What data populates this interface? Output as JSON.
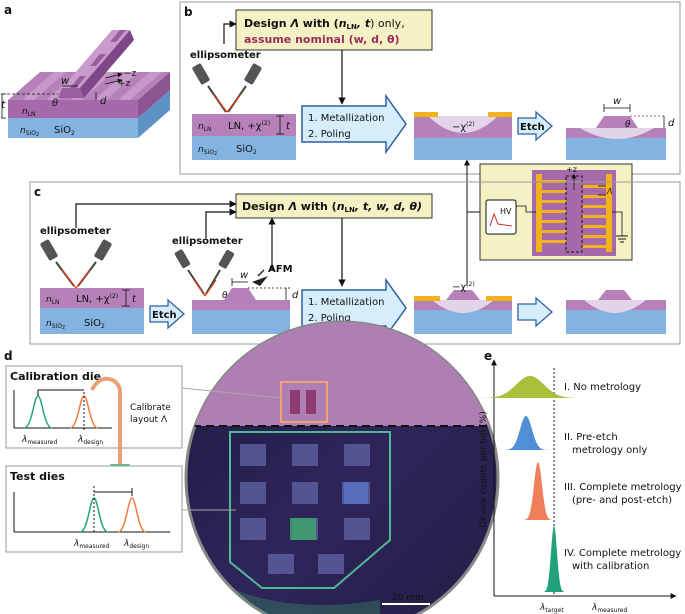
{
  "panels": {
    "a": "a",
    "b": "b",
    "c": "c",
    "d": "d",
    "e": "e"
  },
  "panel_a": {
    "n_ln": "n",
    "n_ln_sub": "LN",
    "n_sio2": "n",
    "n_sio2_sub": "SiO",
    "sio2": "SiO",
    "two": "2",
    "t": "t",
    "w": "w",
    "d": "d",
    "theta": "θ",
    "minus_z": "−z",
    "plus_z": "+z"
  },
  "panel_b": {
    "design_prefix": "Design ",
    "design_lambda": "Λ",
    "design_with": " with (",
    "design_vars": "n",
    "design_vars_sub": "LN",
    "design_vars_tail": ", t",
    "design_close": ") only,",
    "assume_line": "assume nominal (w, d, θ)",
    "ellipsometer": "ellipsometer",
    "n_ln": "n",
    "n_ln_sub": "LN",
    "ln_chi": "LN, +χ",
    "chi_sup": "(2)",
    "t": "t",
    "n_sio2": "n",
    "n_sio2_sub": "SiO",
    "sio2": "SiO",
    "two": "2",
    "step1": "1. Metallization",
    "step2": "2. Poling",
    "minus_chi": "−χ",
    "etch": "Etch",
    "w": "w",
    "d": "d",
    "theta": "θ"
  },
  "panel_c": {
    "design_prefix": "Design ",
    "design_lambda": "Λ",
    "design_with": " with (",
    "design_vars": "n",
    "design_vars_sub": "LN",
    "design_vars_tail": ", t, w, d, θ)",
    "ellipsometer_left": "ellipsometer",
    "ellipsometer_mid": "ellipsometer",
    "afm": "AFM",
    "n_ln": "n",
    "n_ln_sub": "LN",
    "ln_chi": "LN, +χ",
    "chi_sup": "(2)",
    "t": "t",
    "n_sio2": "n",
    "n_sio2_sub": "SiO",
    "sio2": "SiO",
    "two": "2",
    "etch": "Etch",
    "w": "w",
    "d": "d",
    "theta": "θ",
    "step1": "1. Metallization",
    "step2": "2. Poling",
    "minus_chi": "−χ"
  },
  "inset_hv": {
    "hv": "HV",
    "plus_z": "+z",
    "lambda": "Λ"
  },
  "panel_d": {
    "calibration_die": "Calibration die",
    "test_dies": "Test dies",
    "calibrate_line1": "Calibrate",
    "calibrate_line2": "layout Λ",
    "lambda": "λ",
    "measured": "measured",
    "design": "design",
    "scale": "20 mm"
  },
  "panel_e": {
    "ylabel": "Device counts per bin (%)",
    "x_target": "target",
    "x_measured": "measured",
    "lambda": "λ",
    "items": [
      {
        "label1": "I. No metrology",
        "label2": "",
        "color": "#a9c13a"
      },
      {
        "label1": "II. Pre-etch",
        "label2": "metrology only",
        "color": "#4f8fd6"
      },
      {
        "label1": "III. Complete metrology",
        "label2": "(pre- and post-etch)",
        "color": "#ee7f5a"
      },
      {
        "label1": "IV. Complete metrology",
        "label2": "with calibration",
        "color": "#1fa27a"
      }
    ]
  },
  "colors": {
    "ln": "#b681b9",
    "ln_dark": "#9a5fa0",
    "sio2": "#83b3e0",
    "arrow_fill": "#d6eefb",
    "arrow_stroke": "#2f5fa4",
    "design_box": "#f4f1c4",
    "metal": "#f1b21b",
    "poled": "#e4d4ea",
    "laser": "#d84315",
    "calib_green": "#2aa57a",
    "calib_orange": "#f27f4a",
    "arrow_green": "#5cbc8c",
    "emph": "#9b2d5b"
  }
}
